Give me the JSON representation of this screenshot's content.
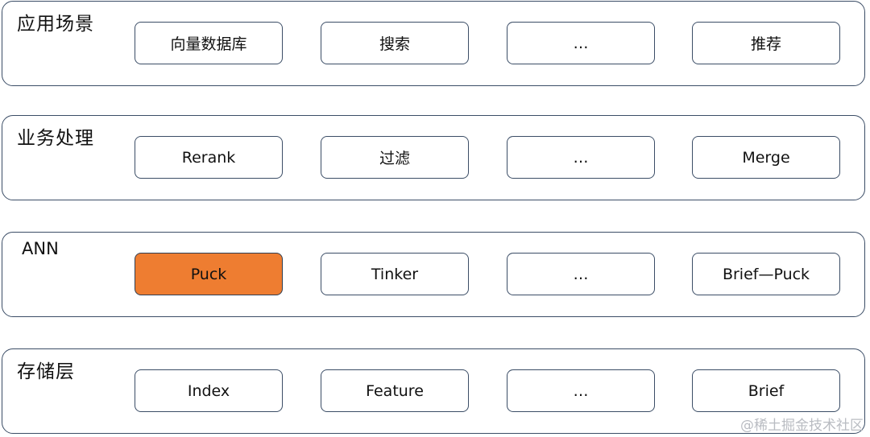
{
  "layers": [
    {
      "title": "应用场景",
      "items": [
        "向量数据库",
        "搜索",
        "…",
        "推荐"
      ]
    },
    {
      "title": "业务处理",
      "items": [
        "Rerank",
        "过滤",
        "…",
        "Merge"
      ]
    },
    {
      "title": "ANN",
      "items": [
        "Puck",
        "Tinker",
        "…",
        "Brief—Puck"
      ],
      "highlight_index": 0,
      "highlight_color": "#ee7d31"
    },
    {
      "title": "存储层",
      "items": [
        "Index",
        "Feature",
        "…",
        "Brief"
      ]
    }
  ],
  "watermark": "@稀土掘金技术社区",
  "colors": {
    "border": "#3b4d66",
    "highlight": "#ee7d31",
    "background": "#ffffff"
  }
}
